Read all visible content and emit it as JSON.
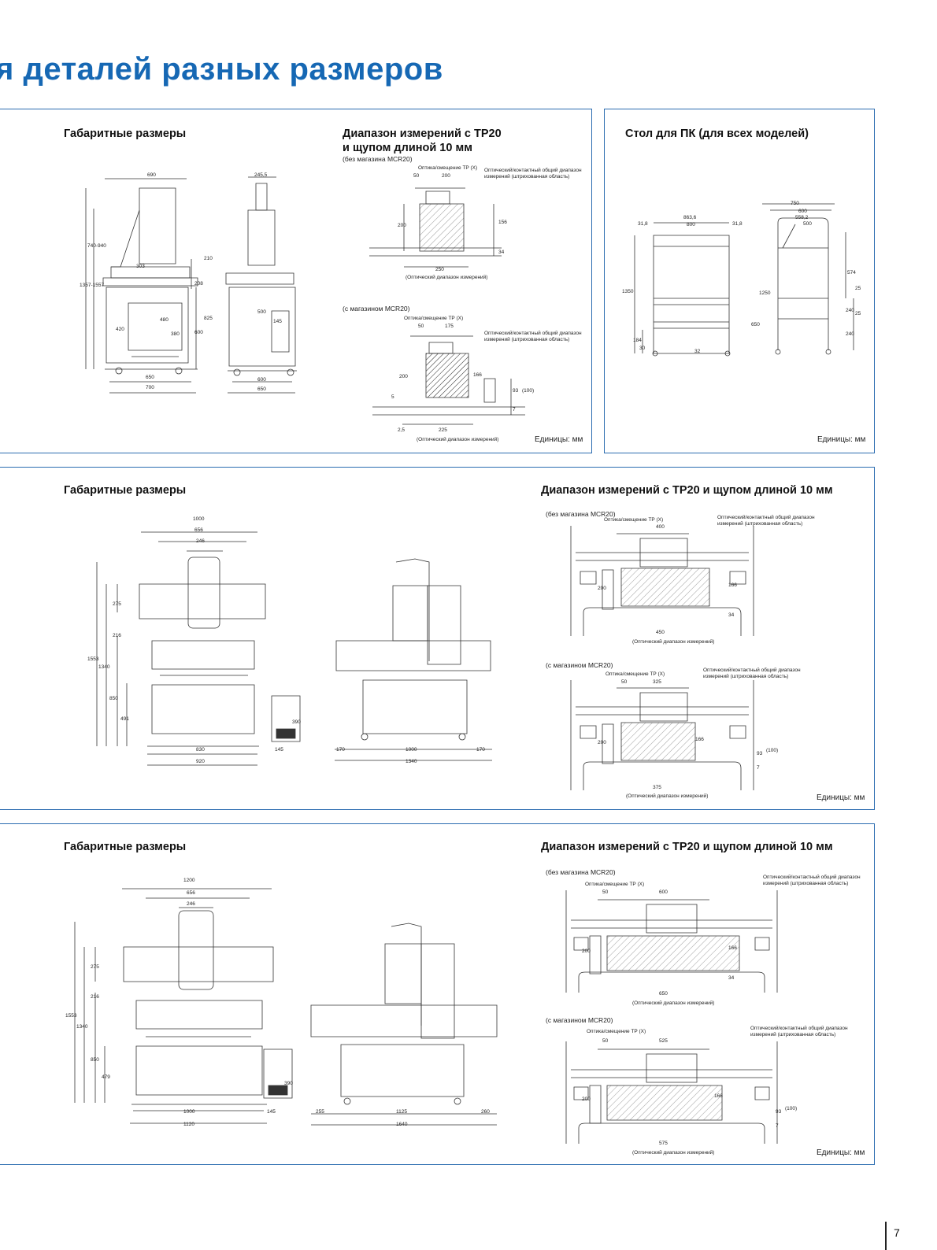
{
  "page": {
    "title": "я деталей разных размеров",
    "number": "7"
  },
  "colors": {
    "accent": "#1668b4",
    "border": "#2b6cb0"
  },
  "section1": {
    "dims_heading": "Габаритные размеры",
    "range_heading_l1": "Диапазон измерений с TP20",
    "range_heading_l2": "и щупом длиной 10 мм",
    "no_magazine": "(без магазина MCR20)",
    "with_magazine": "(с магазином MCR20)",
    "offset_label": "Оптика/смещение TP (X)",
    "common_range_l1": "Оптический/контактный общий диапазон",
    "common_range_l2": "измерений (штрихованная область)",
    "optical_range": "(Оптический диапазон измерений)",
    "units": "Единицы: мм",
    "dims_front": [
      "690",
      "303",
      "480",
      "380",
      "420",
      "650",
      "700",
      "740-940",
      "1357-1557",
      "210",
      "208",
      "600",
      "825"
    ],
    "dims_side": [
      "245,5",
      "500",
      "145",
      "600",
      "650"
    ],
    "range_a": [
      "50",
      "200",
      "250",
      "200",
      "156",
      "34"
    ],
    "range_b": [
      "50",
      "175",
      "225",
      "2,5",
      "200",
      "166",
      "93",
      "(100)",
      "7",
      "5"
    ]
  },
  "section_table": {
    "heading": "Стол для ПК (для всех моделей)",
    "units": "Единицы: мм",
    "dims_front": [
      "863,6",
      "800",
      "31,8",
      "31,8",
      "1350",
      "184",
      "30",
      "32"
    ],
    "dims_side": [
      "750",
      "600",
      "558,2",
      "500",
      "1250",
      "650",
      "574",
      "25",
      "240",
      "25",
      "240"
    ]
  },
  "section2": {
    "dims_heading": "Габаритные размеры",
    "range_heading": "Диапазон измерений с TP20 и щупом длиной 10 мм",
    "no_magazine": "(без магазина MCR20)",
    "with_magazine": "(с магазином MCR20)",
    "offset_label": "Оптика/смещение TP (X)",
    "common_range_l1": "Оптический/контактный общий диапазон",
    "common_range_l2": "измерений (штрихованная область)",
    "optical_range": "(Оптический диапазон измерений)",
    "units": "Единицы: мм",
    "dims_front": [
      "1000",
      "656",
      "246",
      "275",
      "216",
      "1553",
      "1340",
      "850",
      "491",
      "830",
      "920",
      "145",
      "390"
    ],
    "dims_side": [
      "170",
      "1000",
      "170",
      "1340"
    ],
    "range_a": [
      "400",
      "450",
      "200",
      "166",
      "34"
    ],
    "range_b": [
      "50",
      "325",
      "375",
      "200",
      "166",
      "93",
      "(100)",
      "7"
    ]
  },
  "section3": {
    "dims_heading": "Габаритные размеры",
    "range_heading": "Диапазон измерений с TP20 и щупом длиной 10 мм",
    "no_magazine": "(без магазина MCR20)",
    "with_magazine": "(с магазином  MCR20)",
    "offset_label": "Оптика/смещение TP (X)",
    "common_range_l1": "Оптический/контактный общий диапазон",
    "common_range_l2": "измерений (штрихованная область)",
    "optical_range": "(Оптический диапазон измерений)",
    "units": "Единицы: мм",
    "dims_front": [
      "1200",
      "656",
      "246",
      "275",
      "216",
      "1553",
      "1340",
      "850",
      "479",
      "1000",
      "1120",
      "145",
      "390"
    ],
    "dims_side": [
      "255",
      "1125",
      "260",
      "1640"
    ],
    "range_a": [
      "50",
      "600",
      "650",
      "200",
      "166",
      "34"
    ],
    "range_b": [
      "50",
      "525",
      "575",
      "200",
      "166",
      "93",
      "(100)",
      "7"
    ]
  }
}
